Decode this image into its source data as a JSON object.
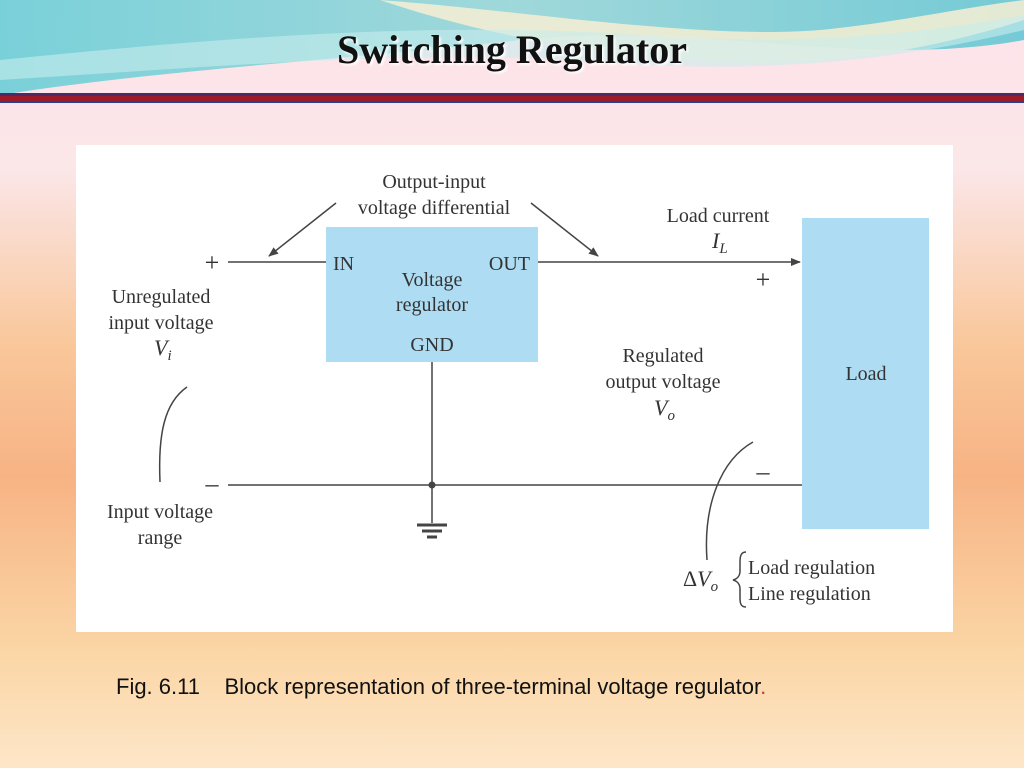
{
  "slide": {
    "title": "Switching Regulator",
    "caption_fig": "Fig. 6.11",
    "caption_text": "Block representation of three-terminal voltage regulator",
    "caption_dot": "."
  },
  "diagram": {
    "regulator_block": {
      "in_label": "IN",
      "out_label": "OUT",
      "name_line1": "Voltage",
      "name_line2": "regulator",
      "gnd_label": "GND"
    },
    "load_block": {
      "label": "Load"
    },
    "annotations": {
      "differential_line1": "Output-input",
      "differential_line2": "voltage differential",
      "load_current_line1": "Load current",
      "load_current_symbol": "I",
      "load_current_sub": "L",
      "unregulated_line1": "Unregulated",
      "unregulated_line2": "input voltage",
      "vi_symbol": "V",
      "vi_sub": "i",
      "input_range_line1": "Input voltage",
      "input_range_line2": "range",
      "regulated_line1": "Regulated",
      "regulated_line2": "output voltage",
      "vo_symbol": "V",
      "vo_sub": "o",
      "delta_vo_delta": "Δ",
      "delta_vo_symbol": "V",
      "delta_vo_sub": "o",
      "load_regulation": "Load regulation",
      "line_regulation": "Line regulation"
    },
    "polarity": {
      "input_plus": "+",
      "input_minus": "–",
      "output_plus": "+",
      "output_minus": "–"
    },
    "colors": {
      "block_fill": "#aedcf2",
      "wire": "#444444",
      "title_bar": "#9b1b2a"
    }
  }
}
